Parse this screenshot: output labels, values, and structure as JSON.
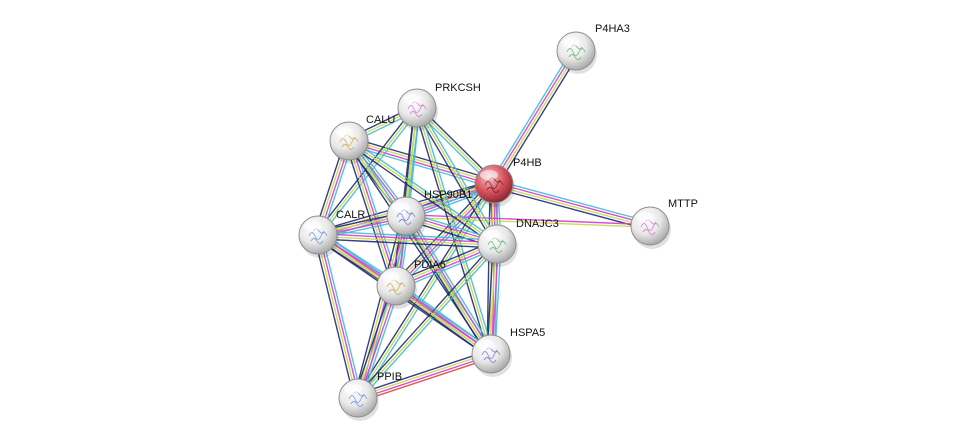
{
  "network": {
    "query_protein": "P4HB",
    "nodes": [
      {
        "id": "P4HB",
        "label": "P4HB",
        "query": true
      },
      {
        "id": "P4HA3",
        "label": "P4HA3"
      },
      {
        "id": "PRKCSH",
        "label": "PRKCSH"
      },
      {
        "id": "CALU",
        "label": "CALU"
      },
      {
        "id": "HSP90B1",
        "label": "HSP90B1"
      },
      {
        "id": "CALR",
        "label": "CALR"
      },
      {
        "id": "DNAJC3",
        "label": "DNAJC3"
      },
      {
        "id": "MTTP",
        "label": "MTTP"
      },
      {
        "id": "PDIA6",
        "label": "PDIA6"
      },
      {
        "id": "HSPA5",
        "label": "HSPA5"
      },
      {
        "id": "PPIB",
        "label": "PPIB"
      }
    ],
    "edges": [
      {
        "a": "P4HB",
        "b": "P4HA3",
        "evidence": [
          "cyan",
          "magenta",
          "yellow",
          "navy"
        ]
      },
      {
        "a": "P4HB",
        "b": "MTTP",
        "evidence": [
          "cyan",
          "magenta",
          "yellow",
          "navy"
        ]
      },
      {
        "a": "P4HB",
        "b": "PRKCSH",
        "evidence": [
          "cyan",
          "yellow",
          "navy"
        ]
      },
      {
        "a": "P4HB",
        "b": "CALU",
        "evidence": [
          "cyan",
          "magenta",
          "yellow",
          "navy"
        ]
      },
      {
        "a": "P4HB",
        "b": "HSP90B1",
        "evidence": [
          "cyan",
          "magenta",
          "yellow",
          "navy"
        ]
      },
      {
        "a": "P4HB",
        "b": "CALR",
        "evidence": [
          "cyan",
          "magenta",
          "yellow",
          "navy"
        ]
      },
      {
        "a": "P4HB",
        "b": "DNAJC3",
        "evidence": [
          "cyan",
          "magenta",
          "yellow",
          "navy"
        ]
      },
      {
        "a": "P4HB",
        "b": "PDIA6",
        "evidence": [
          "cyan",
          "magenta",
          "yellow",
          "navy"
        ]
      },
      {
        "a": "P4HB",
        "b": "HSPA5",
        "evidence": [
          "cyan",
          "magenta",
          "yellow",
          "navy"
        ]
      },
      {
        "a": "P4HB",
        "b": "PPIB",
        "evidence": [
          "cyan",
          "yellow",
          "navy"
        ]
      },
      {
        "a": "HSP90B1",
        "b": "MTTP",
        "evidence": [
          "magenta",
          "yellow"
        ]
      },
      {
        "a": "PRKCSH",
        "b": "CALU",
        "evidence": [
          "cyan",
          "yellow",
          "navy"
        ]
      },
      {
        "a": "PRKCSH",
        "b": "HSP90B1",
        "evidence": [
          "cyan",
          "yellow",
          "navy"
        ]
      },
      {
        "a": "PRKCSH",
        "b": "CALR",
        "evidence": [
          "cyan",
          "yellow",
          "navy"
        ]
      },
      {
        "a": "PRKCSH",
        "b": "DNAJC3",
        "evidence": [
          "cyan",
          "yellow",
          "navy"
        ]
      },
      {
        "a": "PRKCSH",
        "b": "PDIA6",
        "evidence": [
          "cyan",
          "yellow",
          "navy"
        ]
      },
      {
        "a": "PRKCSH",
        "b": "HSPA5",
        "evidence": [
          "cyan",
          "yellow",
          "navy"
        ]
      },
      {
        "a": "CALU",
        "b": "HSP90B1",
        "evidence": [
          "cyan",
          "magenta",
          "yellow",
          "navy"
        ]
      },
      {
        "a": "CALU",
        "b": "CALR",
        "evidence": [
          "cyan",
          "magenta",
          "yellow",
          "navy"
        ]
      },
      {
        "a": "CALU",
        "b": "DNAJC3",
        "evidence": [
          "cyan",
          "yellow",
          "navy"
        ]
      },
      {
        "a": "CALU",
        "b": "PDIA6",
        "evidence": [
          "cyan",
          "magenta",
          "yellow",
          "navy"
        ]
      },
      {
        "a": "CALU",
        "b": "HSPA5",
        "evidence": [
          "cyan",
          "yellow",
          "navy"
        ]
      },
      {
        "a": "HSP90B1",
        "b": "CALR",
        "evidence": [
          "cyan",
          "magenta",
          "yellow",
          "navy"
        ]
      },
      {
        "a": "HSP90B1",
        "b": "DNAJC3",
        "evidence": [
          "cyan",
          "magenta",
          "yellow",
          "navy"
        ]
      },
      {
        "a": "HSP90B1",
        "b": "PDIA6",
        "evidence": [
          "cyan",
          "magenta",
          "yellow",
          "navy"
        ]
      },
      {
        "a": "HSP90B1",
        "b": "HSPA5",
        "evidence": [
          "cyan",
          "magenta",
          "yellow",
          "navy"
        ]
      },
      {
        "a": "HSP90B1",
        "b": "PPIB",
        "evidence": [
          "cyan",
          "magenta",
          "yellow",
          "navy"
        ]
      },
      {
        "a": "CALR",
        "b": "DNAJC3",
        "evidence": [
          "cyan",
          "magenta",
          "yellow",
          "navy"
        ]
      },
      {
        "a": "CALR",
        "b": "PDIA6",
        "evidence": [
          "cyan",
          "magenta",
          "yellow",
          "navy"
        ]
      },
      {
        "a": "CALR",
        "b": "HSPA5",
        "evidence": [
          "cyan",
          "magenta",
          "yellow",
          "navy"
        ]
      },
      {
        "a": "CALR",
        "b": "PPIB",
        "evidence": [
          "cyan",
          "magenta",
          "yellow",
          "navy"
        ]
      },
      {
        "a": "DNAJC3",
        "b": "PDIA6",
        "evidence": [
          "cyan",
          "magenta",
          "yellow",
          "navy"
        ]
      },
      {
        "a": "DNAJC3",
        "b": "HSPA5",
        "evidence": [
          "cyan",
          "magenta",
          "yellow",
          "navy"
        ]
      },
      {
        "a": "DNAJC3",
        "b": "PPIB",
        "evidence": [
          "cyan",
          "yellow",
          "navy"
        ]
      },
      {
        "a": "PDIA6",
        "b": "HSPA5",
        "evidence": [
          "cyan",
          "magenta",
          "yellow",
          "navy"
        ]
      },
      {
        "a": "PDIA6",
        "b": "PPIB",
        "evidence": [
          "cyan",
          "magenta",
          "yellow",
          "navy"
        ]
      },
      {
        "a": "HSPA5",
        "b": "PPIB",
        "evidence": [
          "red",
          "magenta",
          "yellow",
          "navy"
        ]
      }
    ]
  },
  "colors": {
    "cyan": "#3fbcd4",
    "magenta": "#d63ccf",
    "yellow": "#c8d84a",
    "navy": "#1e2a78",
    "red": "#e0453a",
    "query_node": "#d9545f",
    "neighbor_node": "#e6e6e6",
    "node_outline": "#8e8e8e"
  }
}
